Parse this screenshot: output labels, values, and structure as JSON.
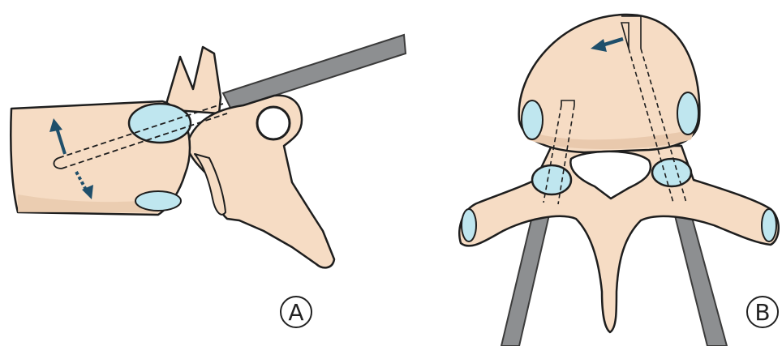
{
  "panels": [
    {
      "label": "A",
      "view": "lateral"
    },
    {
      "label": "B",
      "view": "axial"
    }
  ],
  "colors": {
    "bone": "#f6dcc4",
    "bone_shade": "#e9c9ad",
    "outline": "#1e1e1e",
    "disc": "#bfe6ef",
    "instrument": "#8d8f91",
    "instrument_edge": "#3b3b3b",
    "arrow": "#1f4f6b",
    "background": "#ffffff"
  }
}
